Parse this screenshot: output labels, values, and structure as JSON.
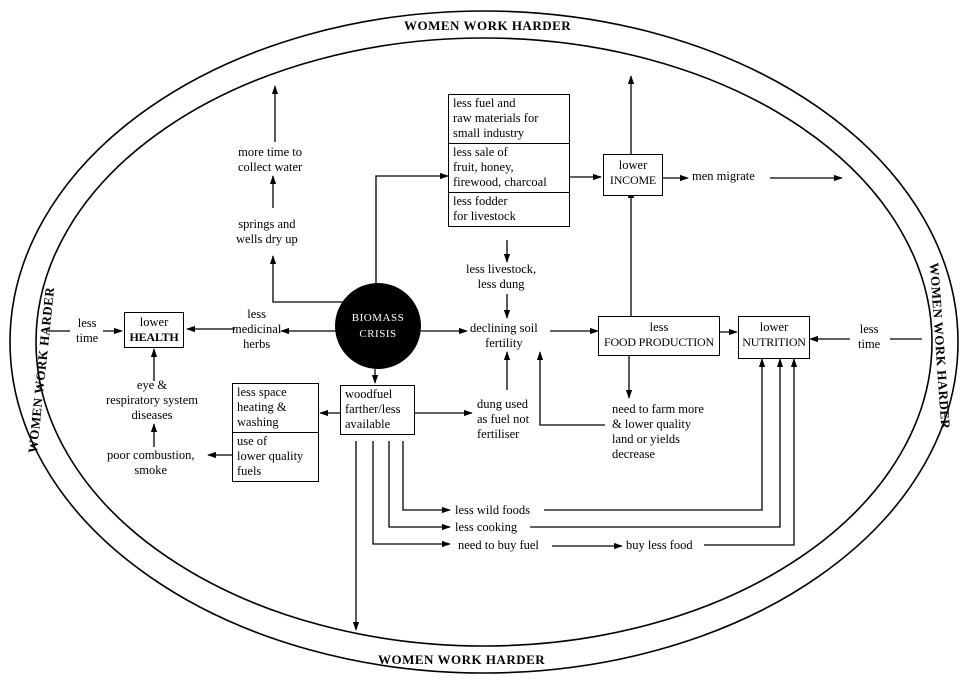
{
  "band_label": "WOMEN WORK HARDER",
  "center": {
    "line1": "BIOMASS",
    "line2": "CRISIS"
  },
  "boxes": {
    "materials": [
      {
        "lines": [
          "less fuel and",
          "raw materials for",
          "small industry"
        ]
      },
      {
        "lines": [
          "less sale of",
          "fruit, honey,",
          "firewood, charcoal"
        ]
      },
      {
        "lines": [
          "less fodder",
          "for livestock"
        ]
      }
    ],
    "income": {
      "line1": "lower",
      "line2": "INCOME"
    },
    "health": {
      "line1": "lower",
      "line2": "HEALTH"
    },
    "food_production": {
      "line1": "less",
      "line2": "FOOD PRODUCTION"
    },
    "nutrition": {
      "line1": "lower",
      "line2": "NUTRITION"
    },
    "woodfuel": {
      "lines": [
        "woodfuel",
        "farther/less",
        "available"
      ]
    },
    "heating": [
      {
        "lines": [
          "less space",
          "heating &",
          "washing"
        ]
      },
      {
        "lines": [
          "use of",
          "lower quality",
          "fuels"
        ]
      }
    ]
  },
  "labels": {
    "more_time_water": [
      "more time to",
      "collect water"
    ],
    "springs": [
      "springs and",
      "wells dry up"
    ],
    "men_migrate": "men migrate",
    "less_livestock": [
      "less livestock,",
      "less dung"
    ],
    "declining_soil": [
      "declining soil",
      "fertility"
    ],
    "less_medicinal": [
      "less",
      "medicinal",
      "herbs"
    ],
    "less_time_left": [
      "less",
      "time"
    ],
    "less_time_right": [
      "less",
      "time"
    ],
    "eye_diseases": [
      "eye &",
      "respiratory system",
      "diseases"
    ],
    "poor_combustion": [
      "poor combustion,",
      "smoke"
    ],
    "dung_used": [
      "dung used",
      "as fuel not",
      "fertiliser"
    ],
    "need_farm_more": [
      "need to farm more",
      "& lower quality",
      "land or yields",
      "decrease"
    ],
    "less_wild_foods": "less wild foods",
    "less_cooking": "less cooking",
    "need_buy_fuel": "need to buy fuel",
    "buy_less_food": "buy less food"
  }
}
